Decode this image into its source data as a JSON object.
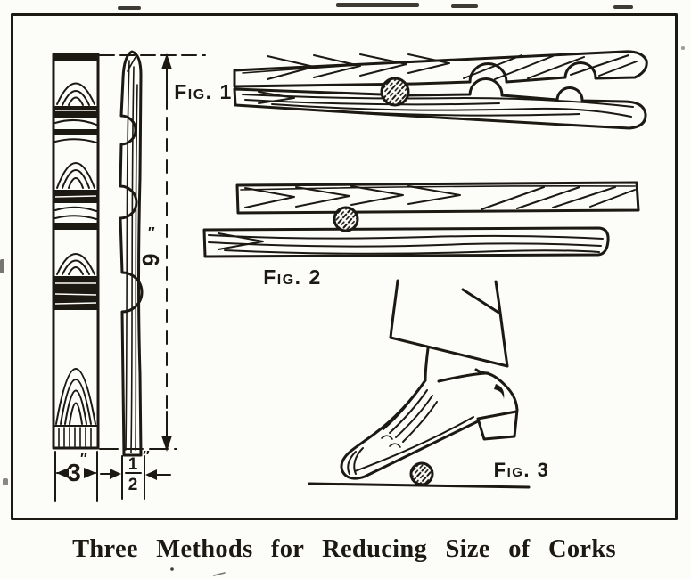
{
  "colors": {
    "ink": "#1c1812",
    "paper": "#fcfcf9"
  },
  "caption": "Three Methods for Reducing Size of Corks",
  "figure_labels": {
    "fig1": "Fig. 1",
    "fig2": "Fig. 2",
    "fig3": "Fig. 3"
  },
  "dimensions": {
    "board_width": {
      "value": "3",
      "unit": "″"
    },
    "board_thickness": {
      "numerator": "1",
      "denominator": "2",
      "unit": "″"
    },
    "board_length": {
      "value": "9",
      "unit": "″"
    }
  }
}
